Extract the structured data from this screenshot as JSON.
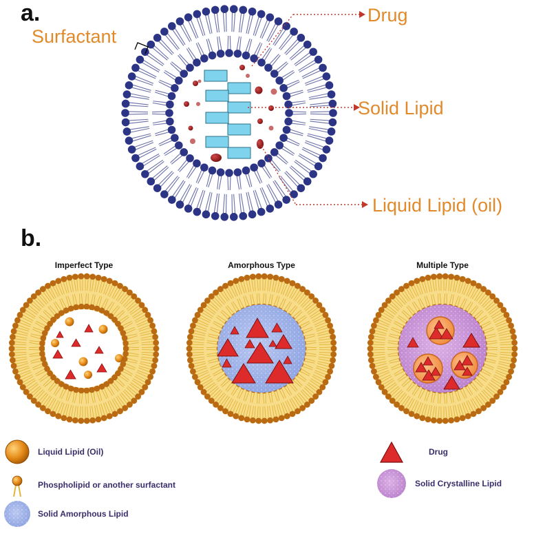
{
  "panel_a": {
    "letter": "a.",
    "labels": {
      "drug": "Drug",
      "surfactant": "Surfactant",
      "solid_lipid": "Solid Lipid",
      "liquid_lipid": "Liquid Lipid (oil)"
    }
  },
  "panel_b": {
    "letter": "b.",
    "types": [
      "Imperfect Type",
      "Amorphous Type",
      "Multiple Type"
    ]
  },
  "legend": {
    "liquid_lipid": "Liquid Lipid (Oil)",
    "phospholipid": "Phospholipid or another surfactant",
    "solid_amorphous": "Solid Amorphous Lipid",
    "drug": "Drug",
    "solid_crystalline": "Solid Crystalline Lipid"
  },
  "colors": {
    "callout_text": "#e08a2c",
    "membrane_bead": "#2c3585",
    "solid_lipid_block": "#7fd3ec",
    "drug_droplet": "#8b1a1a",
    "shell_bead": "#b96a12",
    "shell_fill": "#f7dc8a",
    "drug_triangle": "#dd2b2b",
    "amorphous_fill": "#94a9e6",
    "crystalline_fill": "#c78ed6",
    "oil_droplet": "#e58a18"
  }
}
